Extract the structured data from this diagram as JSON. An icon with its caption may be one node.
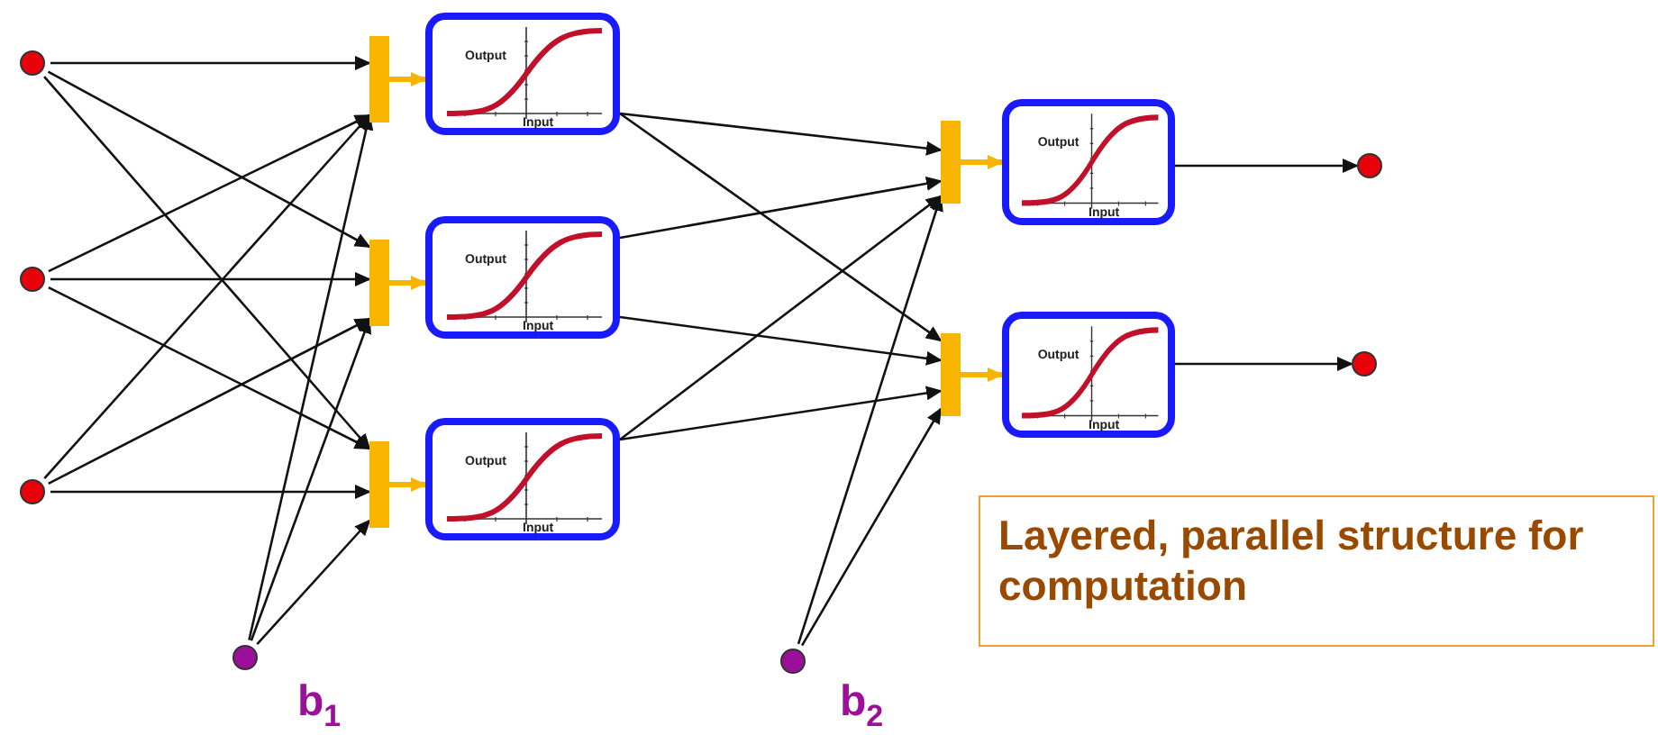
{
  "diagram": {
    "nodes": [
      {
        "text": [],
        "shape": "circle"
      },
      {
        "text": [],
        "shape": "circle"
      },
      {
        "text": [],
        "shape": "circle"
      },
      {
        "text": [],
        "shape": "bar"
      },
      {
        "text": [],
        "shape": "bar"
      },
      {
        "text": [],
        "shape": "bar"
      },
      {
        "text": [
          "Output",
          "Input"
        ]
      },
      {
        "text": [
          "Output",
          "Input"
        ]
      },
      {
        "text": [
          "Output",
          "Input"
        ]
      },
      {
        "text": [],
        "shape": "circle",
        "beside": [
          "b$_{1}$"
        ]
      },
      {
        "text": [],
        "shape": "bar"
      },
      {
        "text": [],
        "shape": "bar"
      },
      {
        "text": [
          "Output",
          "Input"
        ]
      },
      {
        "text": [
          "Output",
          "Input"
        ]
      },
      {
        "text": [],
        "shape": "circle",
        "beside": [
          "b$_{2}$"
        ]
      },
      {
        "text": [],
        "shape": "circle"
      },
      {
        "text": [],
        "shape": "circle"
      },
      {
        "text": [
          "Layered, parallel structure for computation"
        ]
      }
    ],
    "edges": [
      {
        "from": 0,
        "to": 3,
        "arrow": "to"
      },
      {
        "from": 0,
        "to": 4,
        "arrow": "to"
      },
      {
        "from": 0,
        "to": 5,
        "arrow": "to"
      },
      {
        "from": 1,
        "to": 3,
        "arrow": "to"
      },
      {
        "from": 1,
        "to": 4,
        "arrow": "to"
      },
      {
        "from": 1,
        "to": 5,
        "arrow": "to"
      },
      {
        "from": 2,
        "to": 3,
        "arrow": "to"
      },
      {
        "from": 2,
        "to": 4,
        "arrow": "to"
      },
      {
        "from": 2,
        "to": 5,
        "arrow": "to"
      },
      {
        "from": 9,
        "to": 3,
        "arrow": "to"
      },
      {
        "from": 9,
        "to": 4,
        "arrow": "to"
      },
      {
        "from": 9,
        "to": 5,
        "arrow": "to"
      },
      {
        "from": 3,
        "to": 6,
        "arrow": "to",
        "color": "#f7b500",
        "style": "thick"
      },
      {
        "from": 4,
        "to": 7,
        "arrow": "to",
        "color": "#f7b500",
        "style": "thick"
      },
      {
        "from": 5,
        "to": 8,
        "arrow": "to",
        "color": "#f7b500",
        "style": "thick"
      },
      {
        "from": 6,
        "to": 10,
        "arrow": "to"
      },
      {
        "from": 6,
        "to": 11,
        "arrow": "to"
      },
      {
        "from": 7,
        "to": 10,
        "arrow": "to"
      },
      {
        "from": 7,
        "to": 11,
        "arrow": "to"
      },
      {
        "from": 8,
        "to": 10,
        "arrow": "to"
      },
      {
        "from": 8,
        "to": 11,
        "arrow": "to"
      },
      {
        "from": 14,
        "to": 10,
        "arrow": "to"
      },
      {
        "from": 14,
        "to": 11,
        "arrow": "to"
      },
      {
        "from": 10,
        "to": 12,
        "arrow": "to",
        "color": "#f7b500",
        "style": "thick"
      },
      {
        "from": 11,
        "to": 13,
        "arrow": "to",
        "color": "#f7b500",
        "style": "thick"
      },
      {
        "from": 12,
        "to": 15,
        "arrow": "to"
      },
      {
        "from": 13,
        "to": 16,
        "arrow": "to"
      }
    ]
  }
}
